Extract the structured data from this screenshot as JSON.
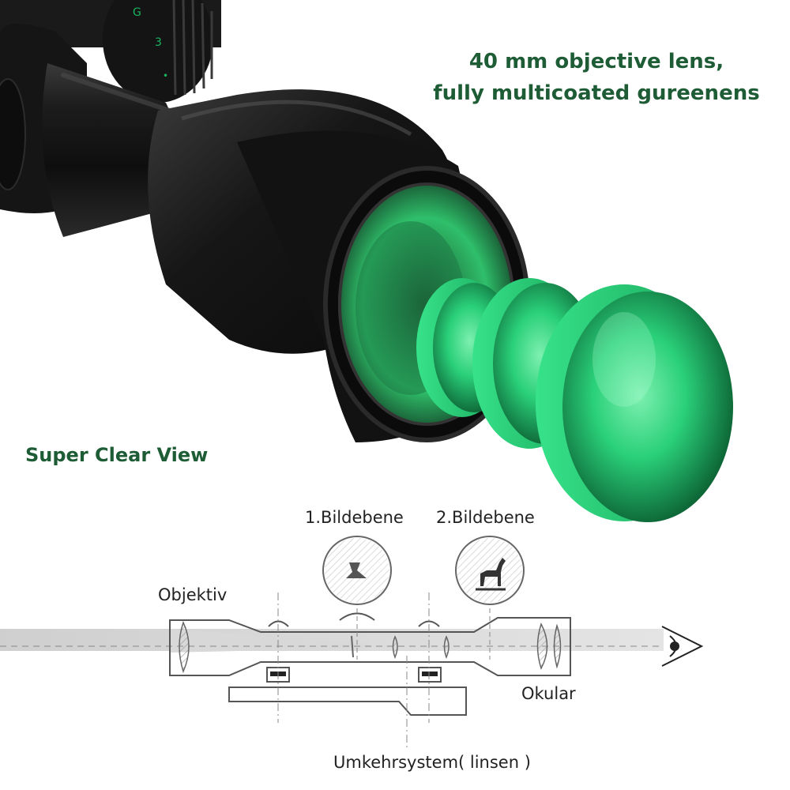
{
  "headline": {
    "line1": "40 mm objective lens,",
    "line2": "fully multicoated gureenens"
  },
  "subheadline": "Super Clear View",
  "diagram": {
    "label_focal_plane_1": "1.Bildebene",
    "label_focal_plane_2": "2.Bildebene",
    "label_objective": "Objektiv",
    "label_eyepiece": "Okular",
    "label_erector": "Umkehrsystem( linsen )"
  },
  "colors": {
    "brand_green": "#1d5c35",
    "lens_green": "#2fd27a",
    "scope_black": "#1b1b1b",
    "diagram_line": "#555555"
  },
  "icons": [
    "eye-icon",
    "deer-icon",
    "reticle-icon"
  ]
}
